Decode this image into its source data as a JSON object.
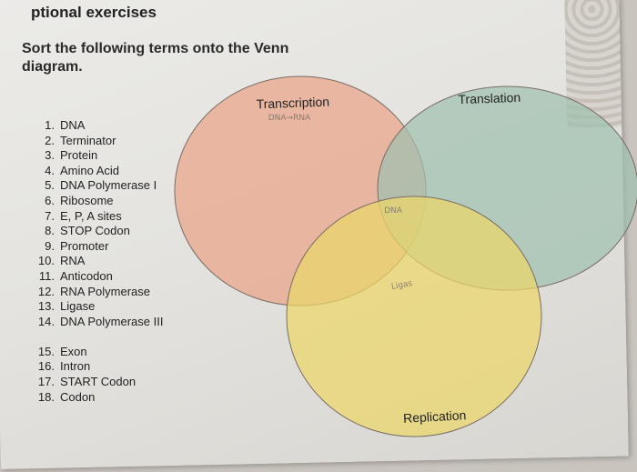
{
  "heading": "ptional exercises",
  "instructions": "Sort the following terms onto the Venn diagram.",
  "terms": [
    {
      "num": "1.",
      "text": "DNA"
    },
    {
      "num": "2.",
      "text": "Terminator"
    },
    {
      "num": "3.",
      "text": "Protein"
    },
    {
      "num": "4.",
      "text": "Amino Acid"
    },
    {
      "num": "5.",
      "text": "DNA Polymerase I"
    },
    {
      "num": "6.",
      "text": "Ribosome"
    },
    {
      "num": "7.",
      "text": "E, P, A sites"
    },
    {
      "num": "8.",
      "text": "STOP Codon"
    },
    {
      "num": "9.",
      "text": "Promoter"
    },
    {
      "num": "10.",
      "text": "RNA"
    },
    {
      "num": "11.",
      "text": "Anticodon"
    },
    {
      "num": "12.",
      "text": "RNA Polymerase"
    },
    {
      "num": "13.",
      "text": "Ligase"
    },
    {
      "num": "14.",
      "text": "DNA Polymerase III"
    },
    {
      "num": "15.",
      "text": "Exon"
    },
    {
      "num": "16.",
      "text": "Intron"
    },
    {
      "num": "17.",
      "text": "START Codon"
    },
    {
      "num": "18.",
      "text": "Codon"
    }
  ],
  "venn": {
    "transcription": {
      "label": "Transcription",
      "color": "#e9a488"
    },
    "translation": {
      "label": "Translation",
      "color": "#9fc1ae"
    },
    "replication": {
      "label": "Replication",
      "color": "#ecd76a"
    },
    "handwritten_transcription": "DNA→RNA",
    "handwritten_center": "DNA",
    "handwritten_replication": "Ligas"
  }
}
